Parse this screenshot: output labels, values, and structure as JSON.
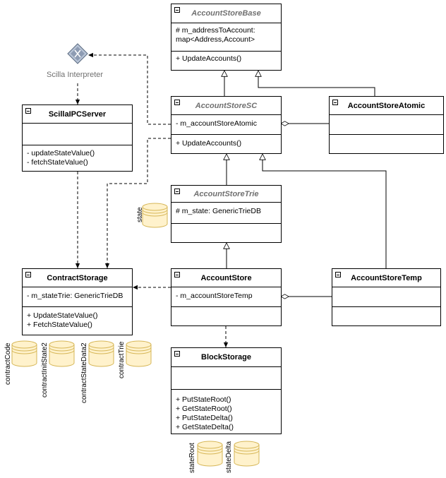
{
  "classes": {
    "base": {
      "name": "AccountStoreBase",
      "attrs": [
        "# m_addressToAccount:",
        "map<Address,Account>"
      ],
      "ops": [
        "+ UpdateAccounts()"
      ]
    },
    "sc": {
      "name": "AccountStoreSC",
      "attrs": [
        "- m_accountStoreAtomic"
      ],
      "ops": [
        "+ UpdateAccounts()"
      ]
    },
    "atomic": {
      "name": "AccountStoreAtomic"
    },
    "scillaserver": {
      "name": "ScillaIPCServer",
      "ops": [
        "- updateStateValue()",
        "- fetchStateValue()"
      ]
    },
    "trie": {
      "name": "AccountStoreTrie",
      "attrs": [
        "# m_state: GenericTrieDB"
      ]
    },
    "contract": {
      "name": "ContractStorage",
      "attrs": [
        "- m_stateTrie: GenericTrieDB"
      ],
      "ops": [
        "+ UpdateStateValue()",
        "+ FetchStateValue()"
      ]
    },
    "store": {
      "name": "AccountStore",
      "attrs": [
        "- m_accountStoreTemp"
      ]
    },
    "temp": {
      "name": "AccountStoreTemp"
    },
    "block": {
      "name": "BlockStorage",
      "ops": [
        "+ PutStateRoot()",
        "+ GetStateRoot()",
        "+ PutStateDelta()",
        "+ GetStateDelta()"
      ]
    }
  },
  "interpreter": {
    "label": "Scilla Interpreter"
  },
  "databases": {
    "state": "state",
    "contractCode": "contractCode",
    "contractInitState2": "contractInitState2",
    "contractStateData2": "contractStateData2",
    "contractTrie": "contractTrie",
    "stateRoot": "stateRoot",
    "stateDelta": "stateDelta"
  },
  "colors": {
    "database_fill": "#fff2cc",
    "database_stroke": "#d6b656",
    "abstract_text": "#707070"
  }
}
